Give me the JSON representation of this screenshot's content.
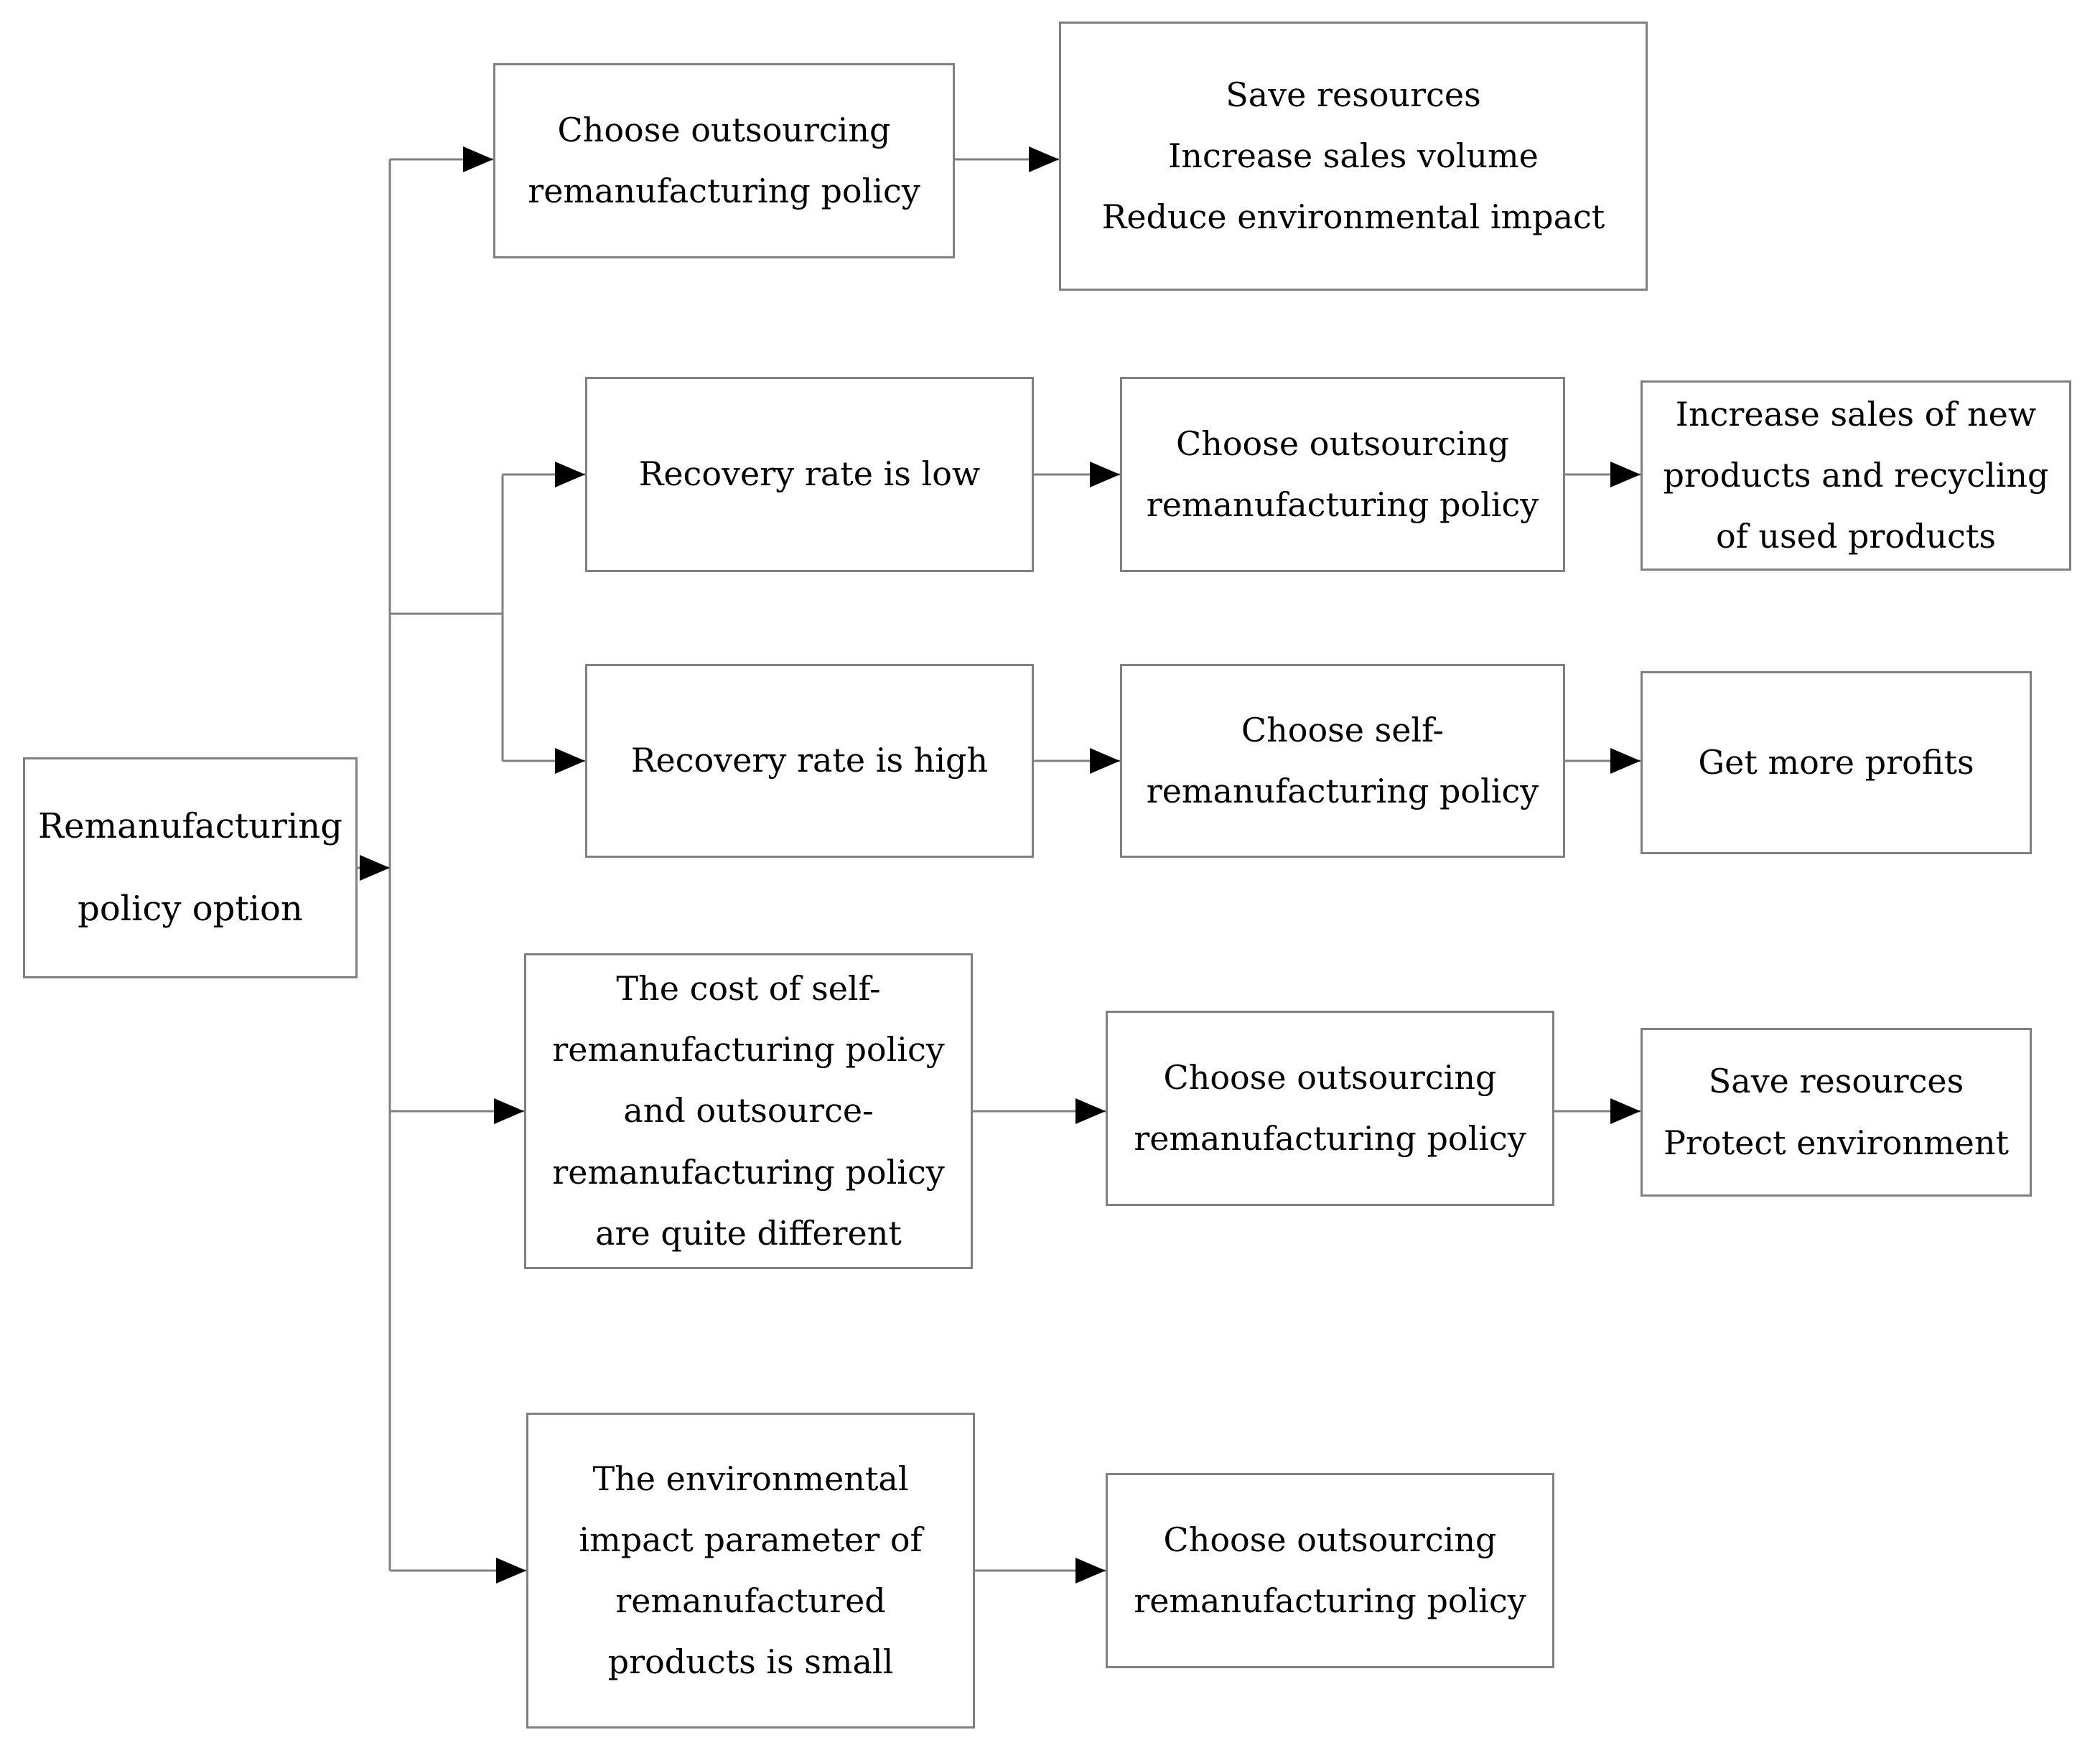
{
  "palette": {
    "background": "#ffffff",
    "box_border": "#808080",
    "connector_line": "#808080",
    "arrowhead": "#000000",
    "text": "#000000"
  },
  "diagram_type": "flowchart",
  "nodes": {
    "root": [
      "Remanufacturing",
      "policy option"
    ],
    "a1": [
      "Choose outsourcing",
      "remanufacturing policy"
    ],
    "b1": [
      "Save resources",
      "Increase sales volume",
      "Reduce environmental impact"
    ],
    "a2": [
      "Recovery rate is low"
    ],
    "b2": [
      "Choose outsourcing",
      "remanufacturing policy"
    ],
    "c2": [
      "Increase sales of new",
      "products and recycling",
      "of used products"
    ],
    "a3": [
      "Recovery rate is high"
    ],
    "b3": [
      "Choose self-",
      "remanufacturing policy"
    ],
    "c3": [
      "Get more profits"
    ],
    "a4": [
      "The cost of self-",
      "remanufacturing policy",
      "and outsource-",
      "remanufacturing policy",
      "are quite different"
    ],
    "b4": [
      "Choose outsourcing",
      "remanufacturing policy"
    ],
    "c4": [
      "Save resources",
      "Protect environment"
    ],
    "a5": [
      "The environmental",
      "impact parameter of",
      "remanufactured",
      "products is small"
    ],
    "b5": [
      "Choose outsourcing",
      "remanufacturing policy"
    ]
  },
  "edges": [
    {
      "from": "root",
      "to": "trunk"
    },
    {
      "from": "trunk",
      "to": "a1"
    },
    {
      "from": "a1",
      "to": "b1"
    },
    {
      "from": "trunk",
      "to": "a2"
    },
    {
      "from": "a2",
      "to": "b2"
    },
    {
      "from": "b2",
      "to": "c2"
    },
    {
      "from": "trunk",
      "to": "a3"
    },
    {
      "from": "a3",
      "to": "b3"
    },
    {
      "from": "b3",
      "to": "c3"
    },
    {
      "from": "trunk",
      "to": "a4"
    },
    {
      "from": "a4",
      "to": "b4"
    },
    {
      "from": "b4",
      "to": "c4"
    },
    {
      "from": "trunk",
      "to": "a5"
    },
    {
      "from": "a5",
      "to": "b5"
    }
  ]
}
